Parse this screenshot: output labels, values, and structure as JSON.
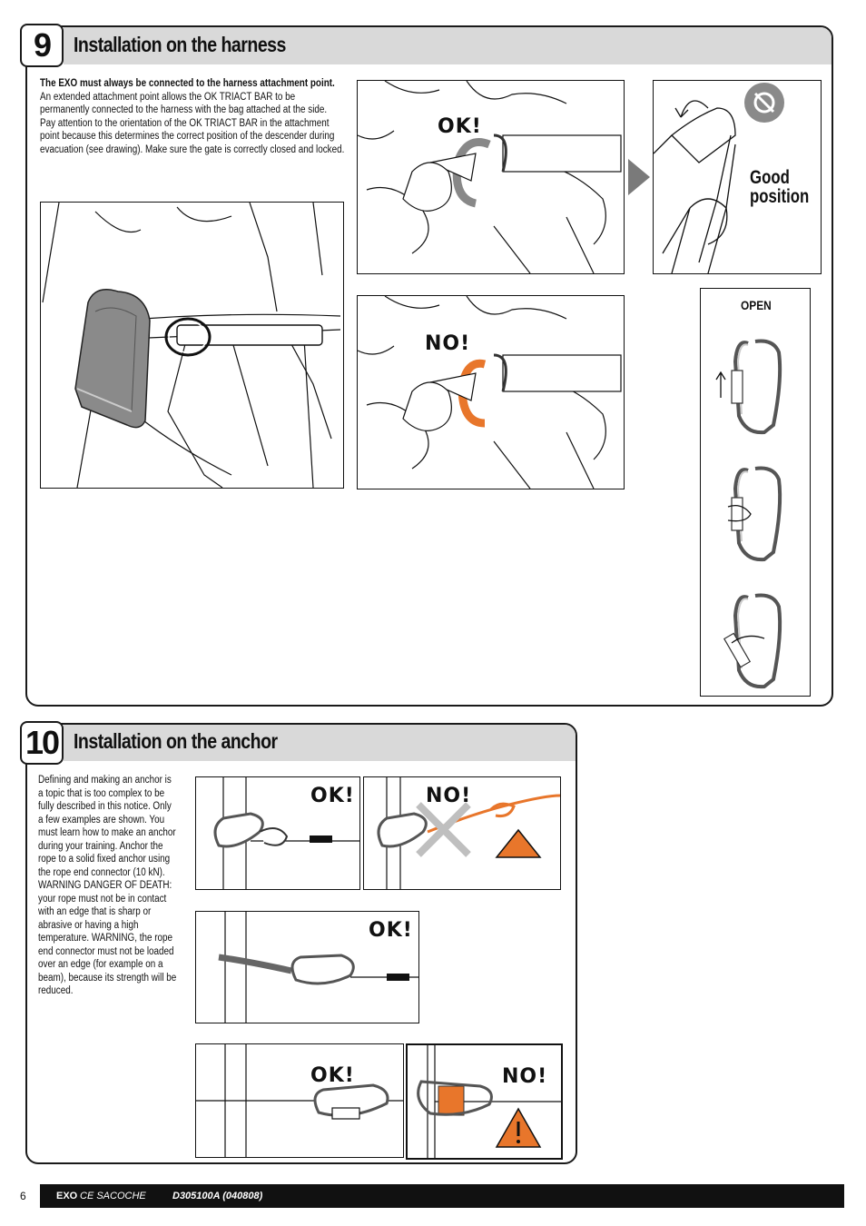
{
  "section9": {
    "number": "9",
    "title": "Installation on the harness",
    "intro_bold": "The EXO must always be connected to the harness attachment point.",
    "paragraph1": "An extended attachment point allows the OK TRIACT BAR to be permanently connected to the harness with the bag attached at the side.",
    "paragraph2": "Pay attention to the orientation of the OK TRIACT BAR in the attachment point because this determines the correct position of the descender during evacuation (see drawing). Make sure the gate is correctly closed and locked.",
    "ok_label": "OK!",
    "no_label": "NO!",
    "good_position": "Good position",
    "open_label": "OPEN"
  },
  "section10": {
    "number": "10",
    "title": "Installation on the anchor",
    "body": "Defining and making an anchor is a topic that is too complex to be fully described in this notice. Only a few examples are shown. You must learn how to make an anchor during your training. Anchor the rope to a solid fixed anchor using the rope end connector (10 kN). WARNING DANGER OF DEATH: your rope must not be in contact with an edge that is sharp or abrasive or having a high temperature. WARNING, the rope end connector must not be loaded over an edge (for example on a beam), because its strength will be reduced.",
    "labels": [
      "OK!",
      "NO!",
      "OK!",
      "OK!",
      "NO!"
    ]
  },
  "footer": {
    "page": "6",
    "product": "EXO",
    "subtitle": "CE SACOCHE",
    "ref": "D305100A (040808)"
  },
  "colors": {
    "accent": "#e8762b",
    "header_grey": "#d9d9d9",
    "border": "#1a1a1a"
  }
}
